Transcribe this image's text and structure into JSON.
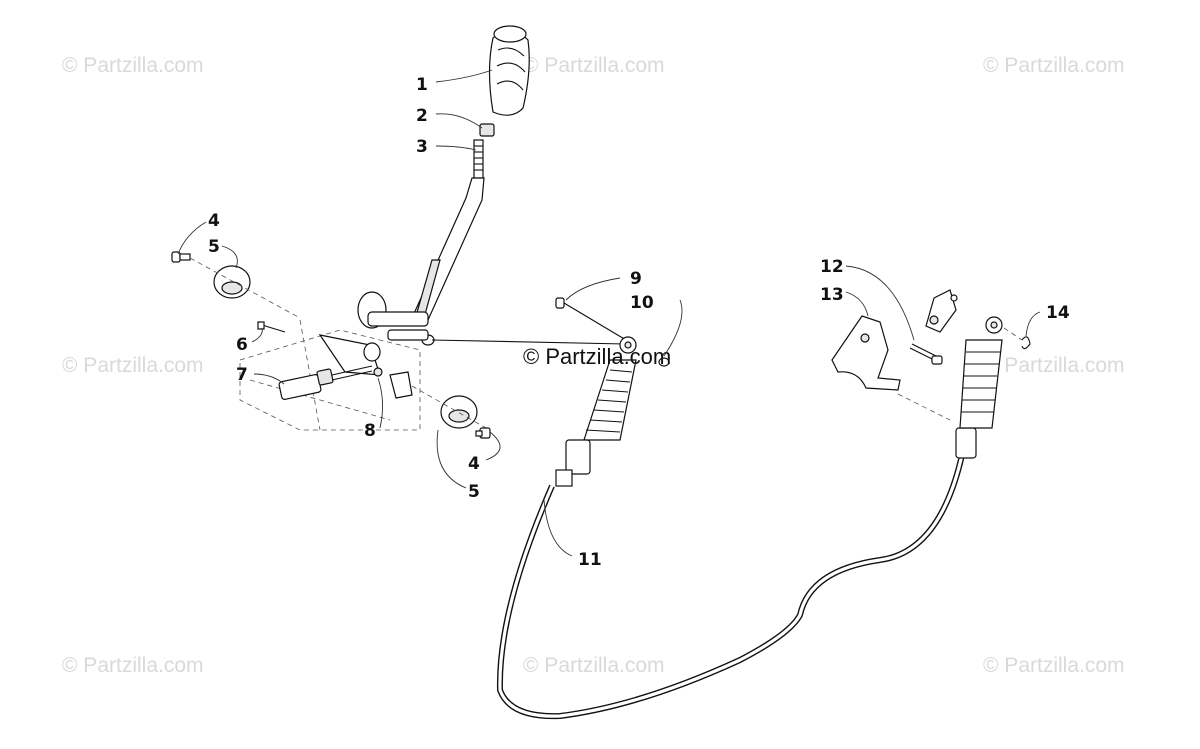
{
  "watermark": {
    "text": "© Partzilla.com",
    "center_text": "© Partzilla.com"
  },
  "callouts": [
    {
      "id": "1",
      "label": "1"
    },
    {
      "id": "2",
      "label": "2"
    },
    {
      "id": "3",
      "label": "3"
    },
    {
      "id": "4a",
      "label": "4"
    },
    {
      "id": "5a",
      "label": "5"
    },
    {
      "id": "6",
      "label": "6"
    },
    {
      "id": "7",
      "label": "7"
    },
    {
      "id": "8",
      "label": "8"
    },
    {
      "id": "4b",
      "label": "4"
    },
    {
      "id": "5b",
      "label": "5"
    },
    {
      "id": "9",
      "label": "9"
    },
    {
      "id": "10",
      "label": "10"
    },
    {
      "id": "11",
      "label": "11"
    },
    {
      "id": "12",
      "label": "12"
    },
    {
      "id": "13",
      "label": "13"
    },
    {
      "id": "14",
      "label": "14"
    }
  ]
}
